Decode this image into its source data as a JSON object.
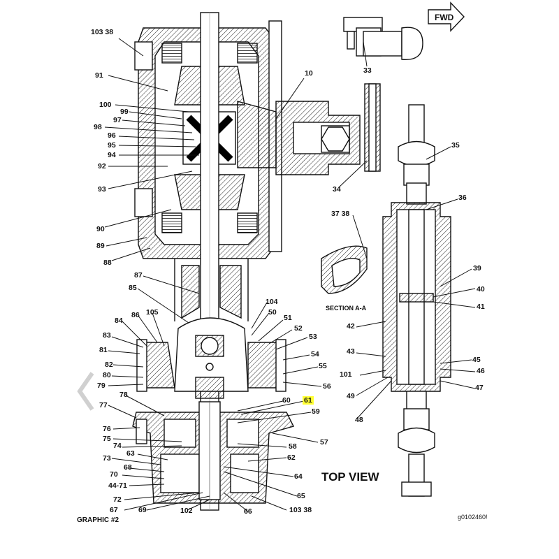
{
  "direction_label": "FWD",
  "section_label": "SECTION A-A",
  "view_label": "TOP VIEW",
  "graphic_label": "GRAPHIC #2",
  "image_code": "g0102460!",
  "highlight_color": "#ffff33",
  "nav_icon": "chevron-left-icon",
  "callouts": [
    "103 38",
    "91",
    "100",
    "99",
    "97",
    "98",
    "96",
    "95",
    "94",
    "92",
    "93",
    "90",
    "89",
    "88",
    "10",
    "33",
    "35",
    "34",
    "36",
    "37 38",
    "39",
    "40",
    "41",
    "42",
    "43",
    "101",
    "49",
    "48",
    "45",
    "46",
    "47",
    "87",
    "85",
    "104",
    "50",
    "86",
    "105",
    "51",
    "84",
    "52",
    "83",
    "53",
    "81",
    "54",
    "82",
    "55",
    "80",
    "79",
    "56",
    "78",
    "60",
    "61",
    "77",
    "59",
    "76",
    "75",
    "74",
    "57",
    "58",
    "63",
    "73",
    "62",
    "68",
    "70",
    "44-71",
    "64",
    "72",
    "65",
    "67",
    "69",
    "102",
    "66",
    "103 38"
  ]
}
